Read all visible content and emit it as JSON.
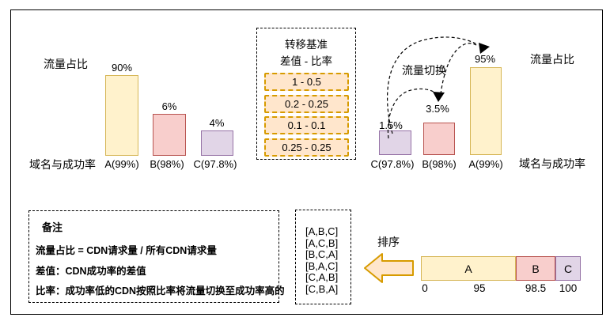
{
  "left_chart": {
    "y_label": "流量占比",
    "x_label": "域名与成功率",
    "bars": [
      {
        "label": "A(99%)",
        "value_label": "90%"
      },
      {
        "label": "B(98%)",
        "value_label": "6%"
      },
      {
        "label": "C(97.8%)",
        "value_label": "4%"
      }
    ]
  },
  "baseline_box": {
    "title": "转移基准",
    "subtitle": "差值 - 比率",
    "pills": [
      "1 - 0.5",
      "0.2 - 0.25",
      "0.1 - 0.1",
      "0.25 - 0.25"
    ]
  },
  "right_chart": {
    "y_label": "流量占比",
    "x_label": "域名与成功率",
    "switch_label": "流量切换",
    "bars": [
      {
        "label": "C(97.8%)",
        "value_label": "1.5%"
      },
      {
        "label": "B(98%)",
        "value_label": "3.5%"
      },
      {
        "label": "A(99%)",
        "value_label": "95%"
      }
    ]
  },
  "notes_box": {
    "title": "备注",
    "lines": [
      "流量占比 = CDN请求量 / 所有CDN请求量",
      "差值：CDN成功率的差值",
      "比率：成功率低的CDN按照比率将流量切换至成功率高的"
    ]
  },
  "permutations_box": {
    "items": [
      "[A,B,C]",
      "[A,C,B]",
      "[B,C,A]",
      "[B,A,C]",
      "[C,A,B]",
      "[C,B,A]"
    ]
  },
  "sort_label": "排序",
  "stacked_bar": {
    "segments": [
      {
        "label": "A"
      },
      {
        "label": "B"
      },
      {
        "label": "C"
      }
    ],
    "ticks": [
      "0",
      "95",
      "98.5",
      "100"
    ]
  },
  "colors": {
    "yellow_fill": "#FFF2CC",
    "yellow_stroke": "#D6B656",
    "red_fill": "#F8CECC",
    "red_stroke": "#B85450",
    "purple_fill": "#E1D5E7",
    "purple_stroke": "#9673A6",
    "orange_fill": "#FFE6CC",
    "orange_stroke": "#D79B00"
  },
  "chart_data": [
    {
      "type": "bar",
      "title": "流量占比",
      "xlabel": "域名与成功率",
      "categories": [
        "A(99%)",
        "B(98%)",
        "C(97.8%)"
      ],
      "values": [
        90,
        6,
        4
      ],
      "unit": "%"
    },
    {
      "type": "bar",
      "title": "流量占比",
      "xlabel": "域名与成功率",
      "annotation": "流量切换",
      "categories": [
        "C(97.8%)",
        "B(98%)",
        "A(99%)"
      ],
      "values": [
        1.5,
        3.5,
        95
      ],
      "unit": "%"
    },
    {
      "type": "bar",
      "subtype": "stacked-horizontal",
      "categories": [
        "A",
        "B",
        "C"
      ],
      "ranges": [
        [
          0,
          95
        ],
        [
          95,
          98.5
        ],
        [
          98.5,
          100
        ]
      ],
      "ticks": [
        0,
        95,
        98.5,
        100
      ]
    }
  ]
}
